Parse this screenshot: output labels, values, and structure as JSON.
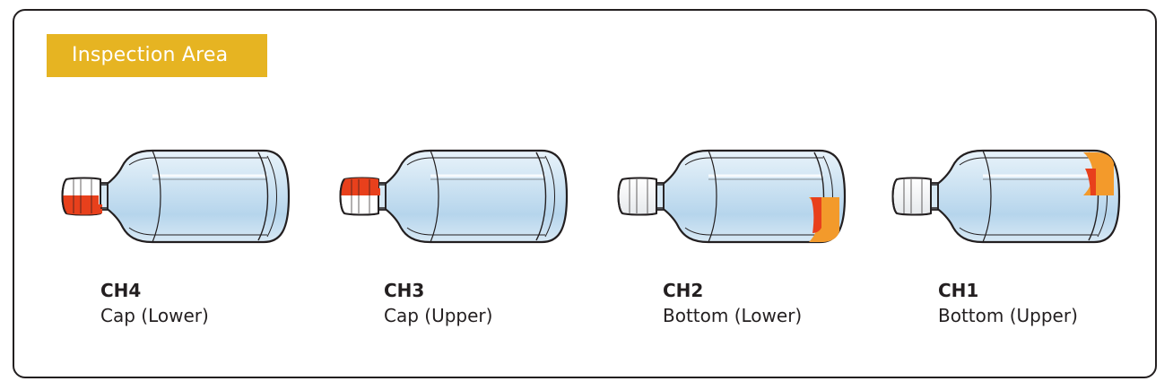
{
  "title": "Inspection Area",
  "colors": {
    "badge": "#e6b422",
    "highlight_red": "#e8401c",
    "highlight_orange": "#f39a2b",
    "bottle_blue": "#bcd9ee",
    "outline": "#231f20"
  },
  "channels": [
    {
      "id": "CH4",
      "area": "Cap (Lower)",
      "highlight": "cap-lower"
    },
    {
      "id": "CH3",
      "area": "Cap (Upper)",
      "highlight": "cap-upper"
    },
    {
      "id": "CH2",
      "area": "Bottom (Lower)",
      "highlight": "bottom-lower"
    },
    {
      "id": "CH1",
      "area": "Bottom (Upper)",
      "highlight": "bottom-upper"
    }
  ]
}
